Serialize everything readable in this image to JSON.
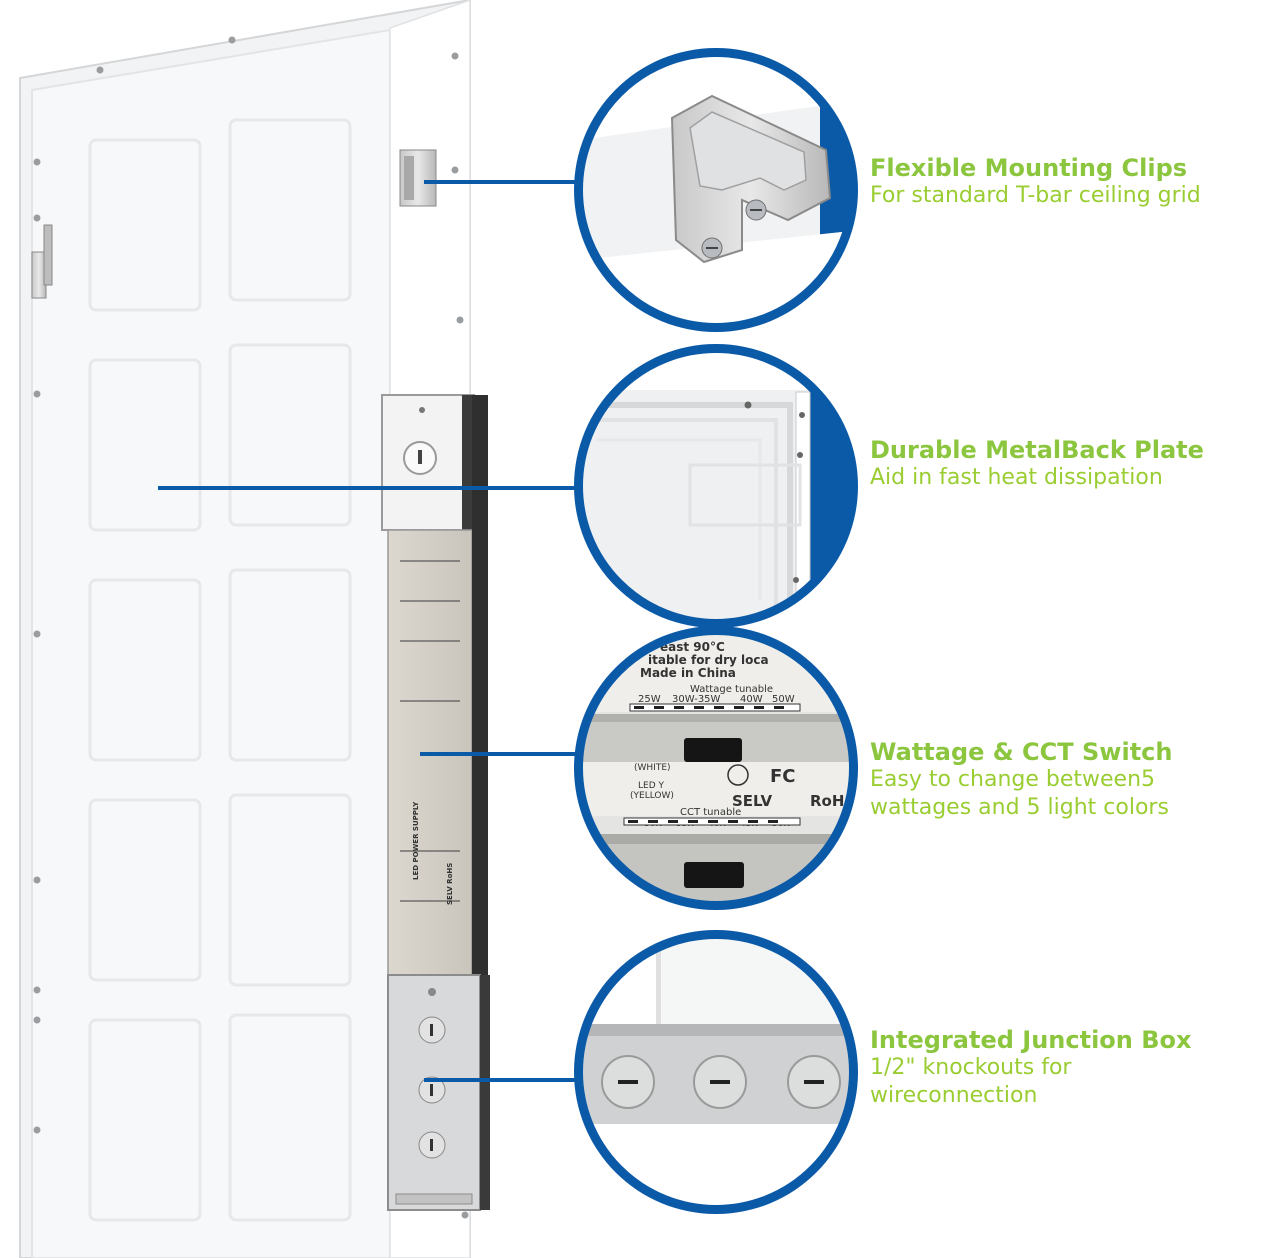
{
  "colors": {
    "accent_blue": "#0b5aa8",
    "title_green": "#8cc63f",
    "desc_green": "#9acd32"
  },
  "features": [
    {
      "title": "Flexible Mounting Clips",
      "desc": "For standard T-bar ceiling grid"
    },
    {
      "title": "Durable MetalBack Plate",
      "desc": "Aid in fast heat dissipation"
    },
    {
      "title": "Wattage & CCT Switch",
      "desc": "Easy to change between5\nwattages and 5 light colors"
    },
    {
      "title": "Integrated Junction Box",
      "desc": "1/2\" knockouts for\nwireconnection"
    }
  ],
  "switch_label": {
    "line1": "east 90°C",
    "line2": "itable for dry loca",
    "line3": "Made in China",
    "wattage_title": "Wattage tunable",
    "wattages": [
      "25W",
      "30W-35W",
      "40W",
      "50W"
    ],
    "cct_title": "CCT tunable",
    "ccts": [
      "30K",
      "35K",
      "40K",
      "45K",
      "50K"
    ],
    "selv": "SELV",
    "rohs": "RoH",
    "fc": "FC",
    "led_y": "LED Y",
    "yellow": "(YELLOW)",
    "white": "(WHITE)"
  },
  "driver_label": {
    "title": "LED POWER SUPPLY",
    "selv": "SELV  RoHS"
  }
}
